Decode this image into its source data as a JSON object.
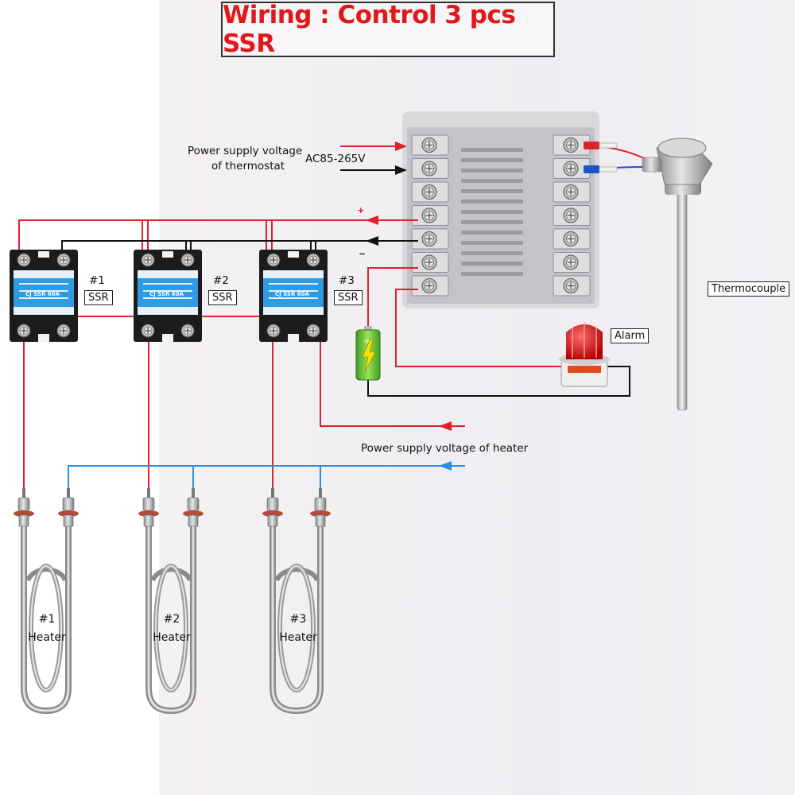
{
  "title": "Wiring : Control 3 pcs SSR",
  "thermostat": {
    "power_label_line1": "Power supply voltage",
    "power_label_line2": "of thermostat",
    "voltage": "AC85-265V",
    "plus": "+",
    "minus": "–"
  },
  "ssrs": [
    {
      "num": "#1",
      "label": "SSR",
      "face_text": "CJ SSR 60A"
    },
    {
      "num": "#2",
      "label": "SSR",
      "face_text": "CJ SSR 60A"
    },
    {
      "num": "#3",
      "label": "SSR",
      "face_text": "CJ SSR 60A"
    }
  ],
  "heater_power_label": "Power supply voltage of heater",
  "heaters": [
    {
      "num": "#1",
      "label": "Heater"
    },
    {
      "num": "#2",
      "label": "Heater"
    },
    {
      "num": "#3",
      "label": "Heater"
    }
  ],
  "alarm_label": "Alarm",
  "thermocouple_label": "Thermocouple",
  "colors": {
    "title": "#e01818",
    "positive_wire": "#e3202a",
    "negative_wire": "#111111",
    "heater_wire": "#2d8ee6",
    "ssr_body": "#1c1c1c",
    "ssr_face": "#2f9be0",
    "thermostat_body": "#c8c8cc",
    "alarm_red": "#e21818",
    "battery_green": "#6cc23a"
  }
}
